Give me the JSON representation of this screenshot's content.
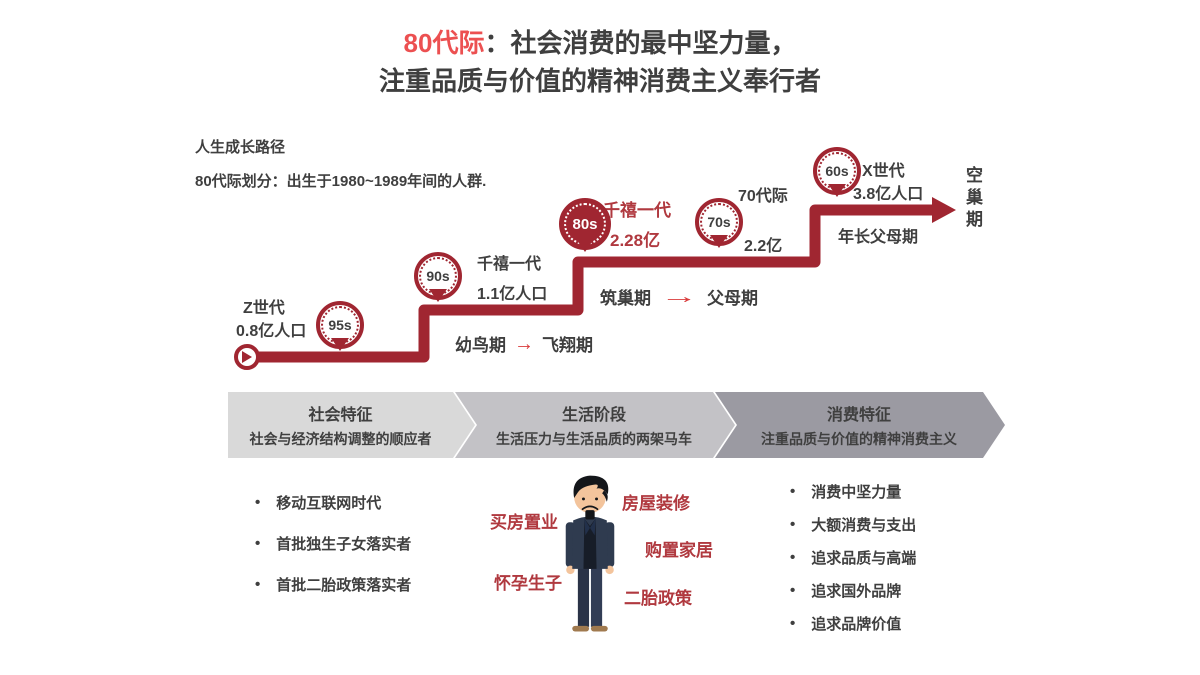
{
  "title": {
    "highlight": "80代际",
    "rest": "：社会消费的最中坚力量，",
    "line2": "注重品质与价值的精神消费主义奉行者"
  },
  "intro": {
    "line1": "人生成长路径",
    "line2": "80代际划分：出生于1980~1989年间的人群."
  },
  "timeline": {
    "milestones": [
      {
        "pin": "95s",
        "label1": "Z世代",
        "label2": "0.8亿人口"
      },
      {
        "pin": "90s",
        "label1": "千禧一代",
        "label2": "1.1亿人口"
      },
      {
        "pin": "80s",
        "label1": "千禧一代",
        "label2": "2.28亿",
        "highlight": true
      },
      {
        "pin": "70s",
        "label1": "70代际",
        "label2": "2.2亿"
      },
      {
        "pin": "60s",
        "label1": "X世代",
        "label2": "3.8亿人口"
      }
    ],
    "stages": {
      "stage1_from": "幼鸟期",
      "stage1_to": "飞翔期",
      "stage2_from": "筑巢期",
      "stage2_to": "父母期",
      "stage3": "年长父母期",
      "stage4": "空巢期"
    },
    "arrow_glyph": "→"
  },
  "banners": [
    {
      "title": "社会特征",
      "subtitle": "社会与经济结构调整的顺应者",
      "color": "#d9d9d9"
    },
    {
      "title": "生活阶段",
      "subtitle": "生活压力与生活品质的两架马车",
      "color": "#c3c2c6"
    },
    {
      "title": "消费特征",
      "subtitle": "注重品质与价值的精神消费主义",
      "color": "#9b9aa2"
    }
  ],
  "social_traits": [
    "移动互联网时代",
    "首批独生子女落实者",
    "首批二胎政策落实者"
  ],
  "consumption_traits": [
    "消费中坚力量",
    "大额消费与支出",
    "追求品质与高端",
    "追求国外品牌",
    "追求品牌价值"
  ],
  "life_events": [
    "买房置业",
    "房屋装修",
    "购置家居",
    "怀孕生子",
    "二胎政策"
  ],
  "bullet_glyph": "•",
  "colors": {
    "path_maroon": "#a02631",
    "title_red": "#ec5051",
    "label_red": "#b0393f",
    "arrow_red": "#d93a3a",
    "text_dark": "#3f3f3f"
  }
}
